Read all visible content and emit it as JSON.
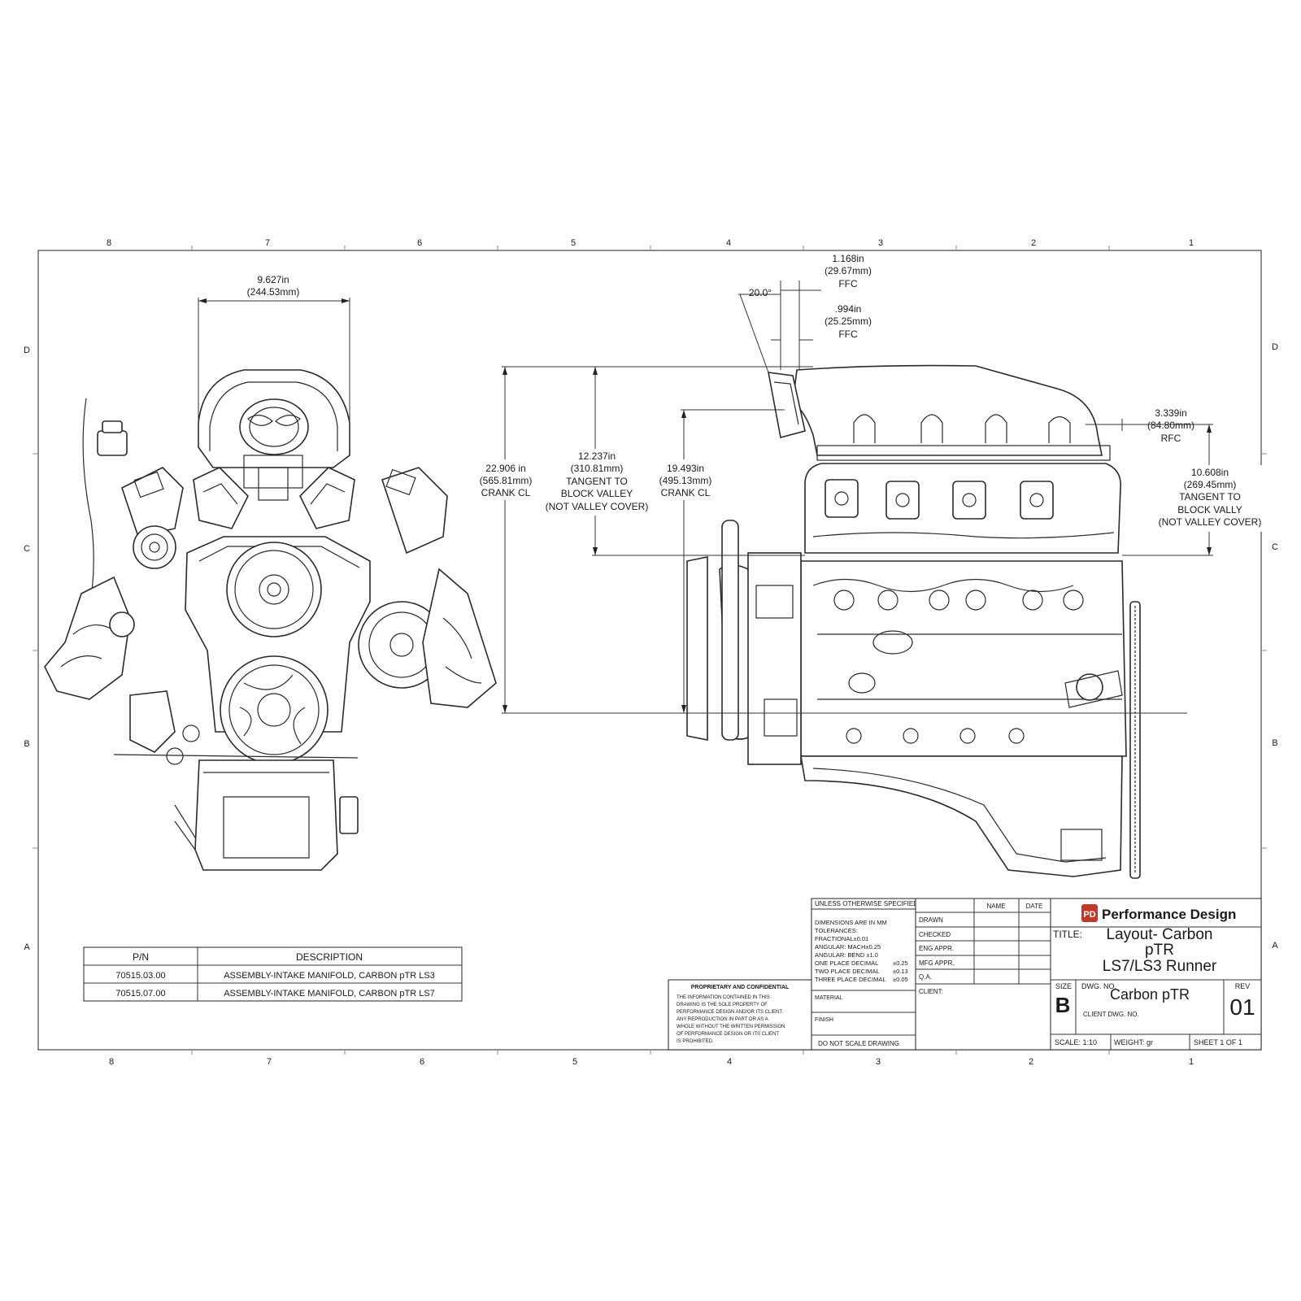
{
  "border_zones": {
    "columns": [
      "8",
      "7",
      "6",
      "5",
      "4",
      "3",
      "2",
      "1"
    ],
    "rows": [
      "D",
      "C",
      "B",
      "A"
    ]
  },
  "dimensions": {
    "front_width": [
      "9.627in",
      "(244.53mm)"
    ],
    "angle": "20.0°",
    "ffc_1": [
      "1.168in",
      "(29.67mm)",
      "FFC"
    ],
    "ffc_2": [
      ".994in",
      "(25.25mm)",
      "FFC"
    ],
    "crank_cl": [
      "22.906 in",
      "(565.81mm)",
      "CRANK CL"
    ],
    "tangent_valley": [
      "12.237in",
      "(310.81mm)",
      "TANGENT TO",
      "BLOCK VALLEY",
      "(NOT VALLEY COVER)"
    ],
    "crank_cl_2": [
      "19.493in",
      "(495.13mm)",
      "CRANK CL"
    ],
    "rfc": [
      "3.339in",
      "(84.80mm)",
      "RFC"
    ],
    "tangent_vally": [
      "10.608in",
      "(269.45mm)",
      "TANGENT TO",
      "BLOCK VALLY",
      "(NOT VALLEY COVER)"
    ]
  },
  "parts_table": {
    "headers": [
      "P/N",
      "DESCRIPTION"
    ],
    "rows": [
      [
        "70515.03.00",
        "ASSEMBLY-INTAKE MANIFOLD, CARBON pTR LS3"
      ],
      [
        "70515.07.00",
        "ASSEMBLY-INTAKE MANIFOLD, CARBON pTR LS7"
      ]
    ]
  },
  "proprietary": {
    "title": "PROPRIETARY AND CONFIDENTIAL",
    "lines": [
      "THE INFORMATION CONTAINED IN THIS",
      "DRAWING IS THE SOLE PROPERTY OF",
      "PERFORMANCE DESIGN AND/OR ITS CLIENT.",
      "ANY REPRODUCTION IN PART OR AS A",
      "WHOLE WITHOUT THE WRITTEN PERMISSION",
      "OF PERFORMANCE DESIGN OR ITS CLIENT",
      "IS PROHIBITED."
    ]
  },
  "tolerances": {
    "header": "UNLESS OTHERWISE SPECIFIED:",
    "lines": [
      [
        "DIMENSIONS ARE IN MM",
        ""
      ],
      [
        "TOLERANCES:",
        ""
      ],
      [
        "FRACTIONAL±0.01",
        ""
      ],
      [
        "ANGULAR: MACH±0.25",
        ""
      ],
      [
        "ANGULAR: BEND ±1.0",
        ""
      ],
      [
        "ONE PLACE DECIMAL",
        "±0.25"
      ],
      [
        "TWO PLACE DECIMAL",
        "±0.13"
      ],
      [
        "THREE PLACE DECIMAL",
        "±0.05"
      ]
    ],
    "material": "MATERIAL",
    "finish": "FINISH",
    "do_not_scale": "DO NOT SCALE DRAWING"
  },
  "approvals": {
    "headers": [
      "NAME",
      "DATE"
    ],
    "rows": [
      "DRAWN",
      "CHECKED",
      "ENG APPR.",
      "MFG APPR.",
      "Q.A.",
      "CLIENT:"
    ]
  },
  "title_block": {
    "company": "Performance Design",
    "logo_mark": "PD",
    "title_label": "TITLE:",
    "title_lines": [
      "Layout- Carbon",
      "pTR",
      "LS7/LS3 Runner"
    ],
    "size_label": "SIZE",
    "size": "B",
    "dwg_label": "DWG. NO.",
    "dwg_no": "Carbon pTR",
    "client_dwg": "CLIENT DWG. NO.",
    "rev_label": "REV",
    "rev": "01",
    "scale": "SCALE: 1:10",
    "weight": "WEIGHT: gr",
    "sheet": "SHEET 1 OF 1"
  }
}
